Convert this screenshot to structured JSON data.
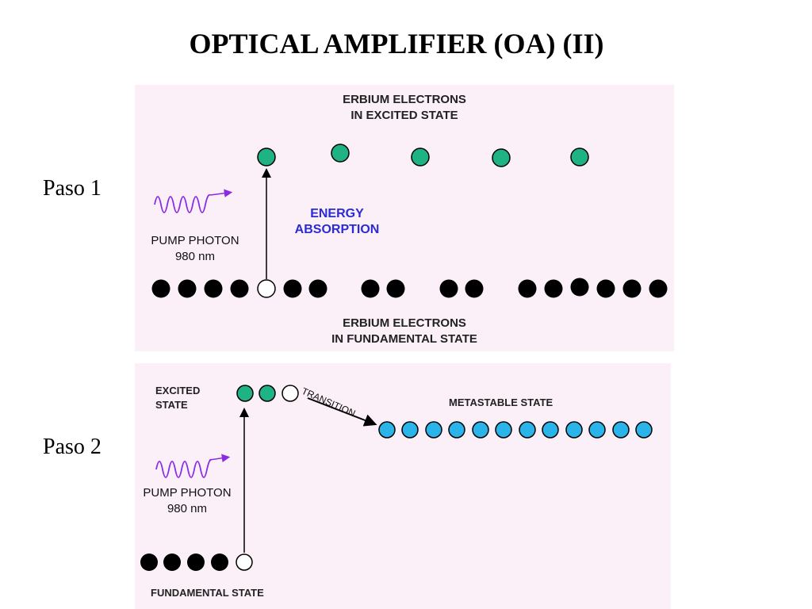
{
  "title": "OPTICAL AMPLIFIER (OA) (II)",
  "steps": [
    {
      "label": "Paso 1",
      "excited_label_line1": "ERBIUM ELECTRONS",
      "excited_label_line2": "IN EXCITED STATE",
      "fundamental_label_line1": "ERBIUM ELECTRONS",
      "fundamental_label_line2": "IN FUNDAMENTAL STATE",
      "absorption_line1": "ENERGY",
      "absorption_line2": "ABSORPTION",
      "pump_line1": "PUMP PHOTON",
      "pump_line2": "980 nm"
    },
    {
      "label": "Paso 2",
      "excited_label_line1": "EXCITED",
      "excited_label_line2": "STATE",
      "transition_label": "TRANSITION",
      "metastable_label": "METASTABLE STATE",
      "fundamental_label": "FUNDAMENTAL STATE",
      "pump_line1": "PUMP PHOTON",
      "pump_line2": "980 nm"
    }
  ],
  "colors": {
    "panel_bg": "#fbf0f8",
    "excited_electron": "#1fb384",
    "metastable_electron": "#2ab4ea",
    "ground_electron": "#000000",
    "photon_wave": "#8a2be2",
    "absorption_text": "#2b2bd6"
  }
}
